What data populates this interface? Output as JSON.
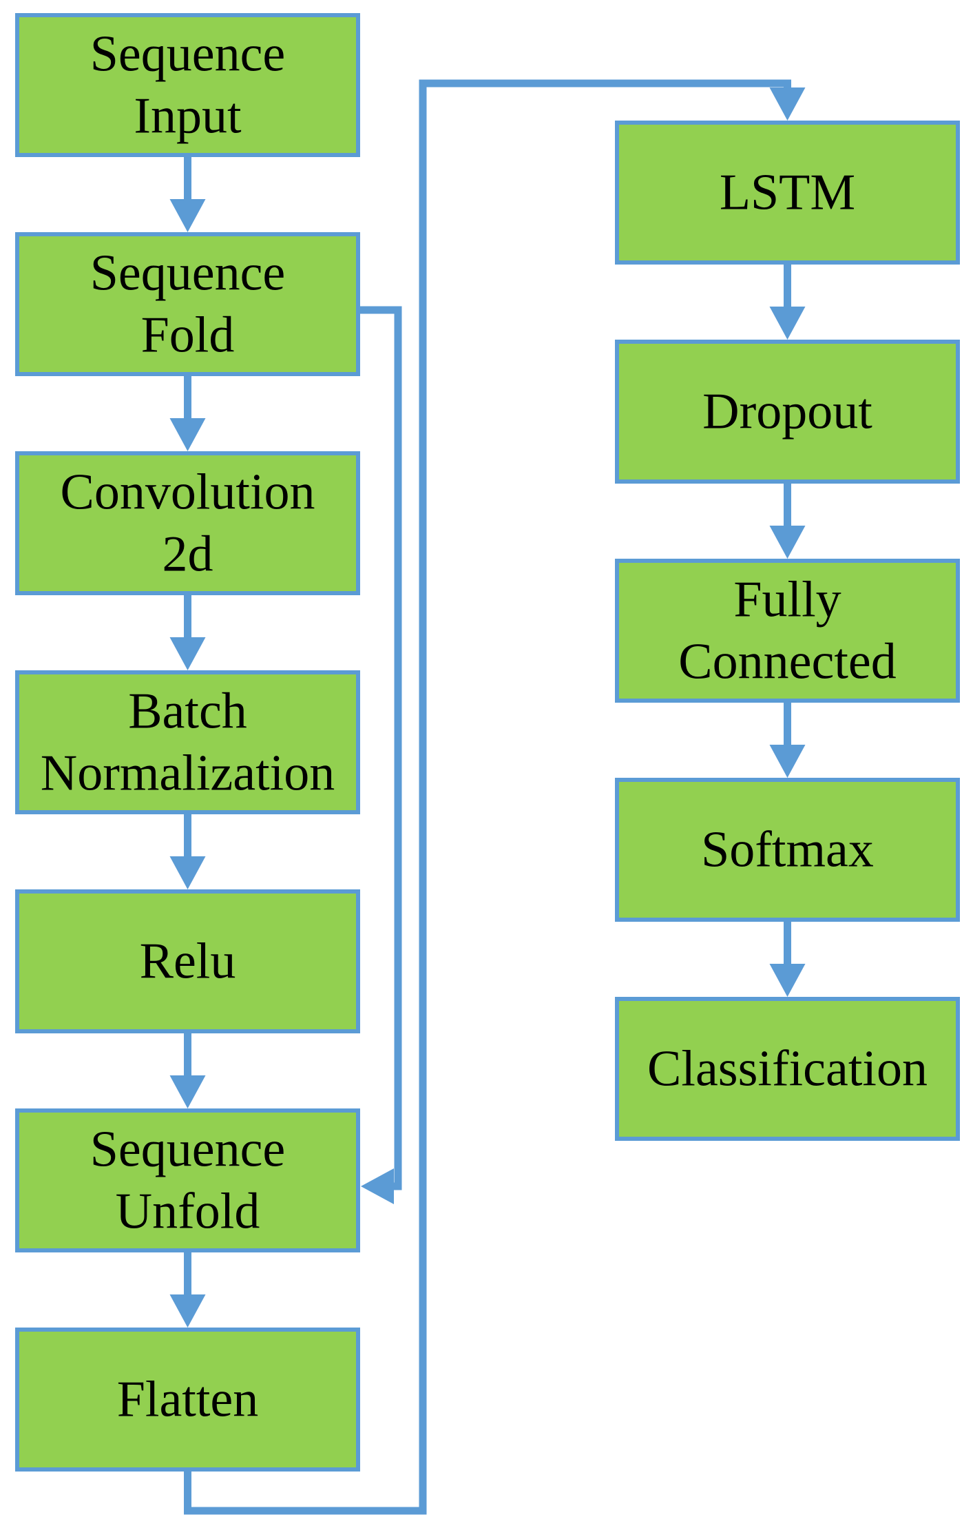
{
  "colors": {
    "box_fill": "#92d050",
    "box_border": "#5b9bd5",
    "connector": "#5b9bd5",
    "text": "#000000"
  },
  "left_column": [
    {
      "id": "sequence-input",
      "lines": [
        "Sequence",
        "Input"
      ]
    },
    {
      "id": "sequence-fold",
      "lines": [
        "Sequence",
        "Fold"
      ]
    },
    {
      "id": "convolution-2d",
      "lines": [
        "Convolution",
        "2d"
      ]
    },
    {
      "id": "batch-normalization",
      "lines": [
        "Batch",
        "Normalization"
      ]
    },
    {
      "id": "relu",
      "lines": [
        "Relu"
      ]
    },
    {
      "id": "sequence-unfold",
      "lines": [
        "Sequence",
        "Unfold"
      ]
    },
    {
      "id": "flatten",
      "lines": [
        "Flatten"
      ]
    }
  ],
  "right_column": [
    {
      "id": "lstm",
      "lines": [
        "LSTM"
      ]
    },
    {
      "id": "dropout",
      "lines": [
        "Dropout"
      ]
    },
    {
      "id": "fully-connected",
      "lines": [
        "Fully",
        "Connected"
      ]
    },
    {
      "id": "softmax",
      "lines": [
        "Softmax"
      ]
    },
    {
      "id": "classification",
      "lines": [
        "Classification"
      ]
    }
  ],
  "edges": [
    {
      "from": "sequence-input",
      "to": "sequence-fold"
    },
    {
      "from": "sequence-fold",
      "to": "convolution-2d"
    },
    {
      "from": "convolution-2d",
      "to": "batch-normalization"
    },
    {
      "from": "batch-normalization",
      "to": "relu"
    },
    {
      "from": "relu",
      "to": "sequence-unfold"
    },
    {
      "from": "sequence-unfold",
      "to": "flatten"
    },
    {
      "from": "sequence-fold",
      "to": "sequence-unfold",
      "kind": "bypass"
    },
    {
      "from": "flatten",
      "to": "lstm",
      "kind": "column-jump"
    },
    {
      "from": "lstm",
      "to": "dropout"
    },
    {
      "from": "dropout",
      "to": "fully-connected"
    },
    {
      "from": "fully-connected",
      "to": "softmax"
    },
    {
      "from": "softmax",
      "to": "classification"
    }
  ]
}
